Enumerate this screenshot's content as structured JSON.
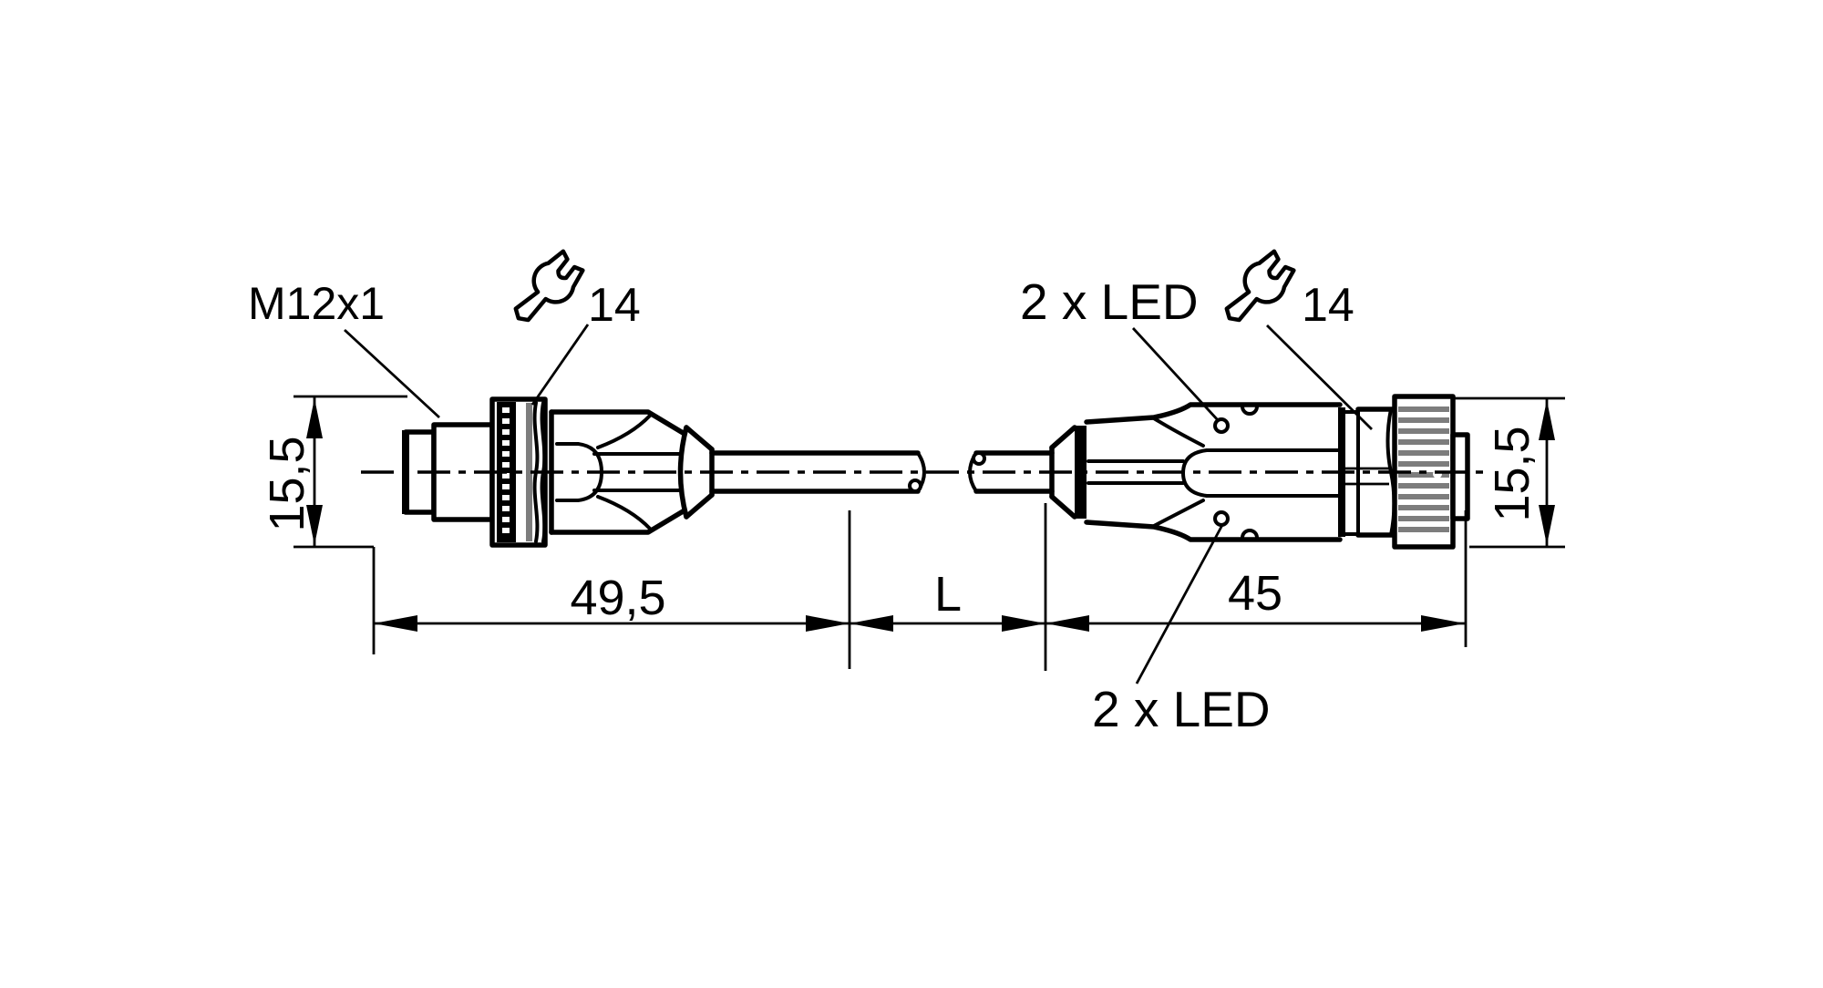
{
  "figure": {
    "type": "technical-dimension-drawing",
    "subject": "M12 sensor cable with male connector and female LED connector",
    "left_connector": {
      "thread_label": "M12x1",
      "wrench_size": "14",
      "length": "49,5",
      "diameter": "15,5"
    },
    "cable": {
      "length_label": "L"
    },
    "right_connector": {
      "led_top": "2 x LED",
      "led_bottom": "2 x LED",
      "wrench_size": "14",
      "length": "45",
      "diameter": "15,5"
    },
    "colors": {
      "line": "#000000",
      "background": "#ffffff",
      "knurl_stripe": "#7d7d7d"
    }
  }
}
